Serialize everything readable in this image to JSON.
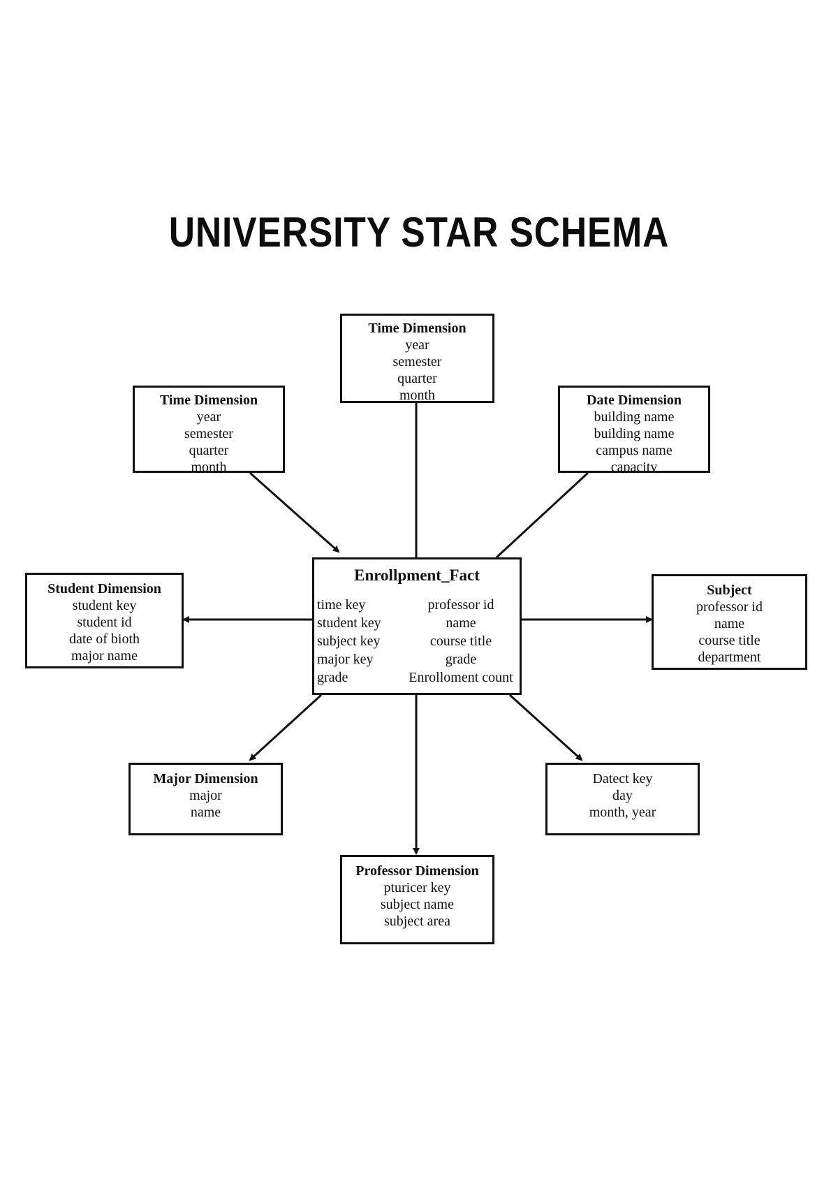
{
  "title": "UNIVERSITY STAR SCHEMA",
  "fact": {
    "name": "Enrollpment_Fact",
    "left_fields": [
      "time key",
      "student key",
      "subject key",
      "major key",
      "grade"
    ],
    "right_fields": [
      "professor id",
      "name",
      "course title",
      "grade",
      "Enrolloment count"
    ]
  },
  "dimensions": {
    "time_top": {
      "name": "Time Dimension",
      "fields": [
        "year",
        "semester",
        "quarter",
        "month"
      ]
    },
    "time_left": {
      "name": "Time Dimension",
      "fields": [
        "year",
        "semester",
        "quarter",
        "month"
      ]
    },
    "date": {
      "name": "Date Dimension",
      "fields": [
        "building name",
        "building name",
        "campus name",
        "capacity"
      ]
    },
    "student": {
      "name": "Student Dimension",
      "fields": [
        "student key",
        "student id",
        "date of bioth",
        "major name"
      ]
    },
    "subject": {
      "name": "Subject",
      "fields": [
        "professor id",
        "name",
        "course title",
        "department"
      ]
    },
    "major": {
      "name": "Major Dimension",
      "fields": [
        "major",
        "name"
      ]
    },
    "datect": {
      "name": "",
      "fields": [
        "Datect key",
        "day",
        "month, year"
      ]
    },
    "professor": {
      "name": "Professor Dimension",
      "fields": [
        "pturicer key",
        "subject name",
        "subject area"
      ]
    }
  }
}
